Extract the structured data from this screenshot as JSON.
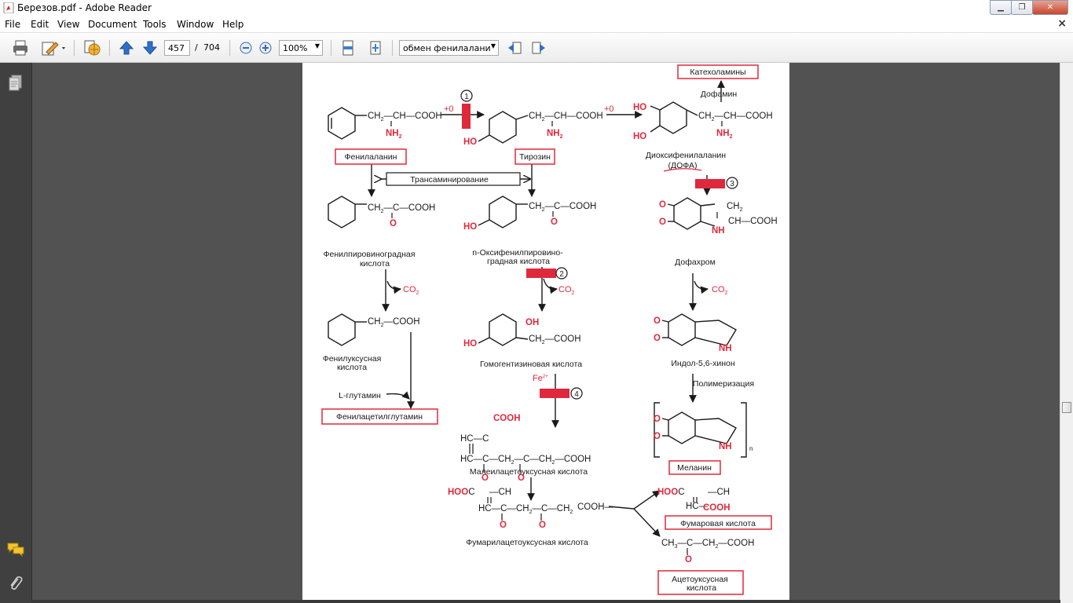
{
  "window": {
    "title": "Березов.pdf - Adobe Reader"
  },
  "menu": [
    "File",
    "Edit",
    "View",
    "Document",
    "Tools",
    "Window",
    "Help"
  ],
  "toolbar": {
    "page_current": "457",
    "page_sep": "/",
    "page_total": "704",
    "zoom": "100%",
    "search_text": "обмен фенилалани"
  },
  "colors": {
    "accent_red": "#e0283c",
    "dark": "#1a1a1a"
  },
  "diagram": {
    "labels": {
      "catecholamines": "Катехоламины",
      "dopamine": "Дофамин",
      "phenylalanine": "Фенилаланин",
      "tyrosine": "Тирозин",
      "dopa_name": "Диоксифенилаланин",
      "dopa_abbr": "(ДОФА)",
      "transamination": "Трансаминирование",
      "phenylpyruvic_1": "Фенилпировиноградная",
      "phenylpyruvic_2": "кислота",
      "hydroxyphenylpyruvic_1": "n-Оксифенилпировино-",
      "hydroxyphenylpyruvic_2": "градная кислота",
      "dopachrome": "Дофахром",
      "phenylacetic_1": "Фенилуксусная",
      "phenylacetic_2": "кислота",
      "homogentisic": "Гомогентизиновая кислота",
      "indolequinone": "Индол-5,6-хинон",
      "polymerization": "Полимеризация",
      "l_glutamine": "L-глутамин",
      "phenylacetylglutamine": "Фенилацетилглутамин",
      "maleylacetoacetic": "Малеилацетоуксусная кислота",
      "melanin": "Меланин",
      "fumarylacetoacetic": "Фумарилацетоуксусная кислота",
      "fumaric": "Фумаровая кислота",
      "acetoacetic_1": "Ацетоуксусная",
      "acetoacetic_2": "кислота"
    },
    "reagents": {
      "plus_o": "+0",
      "co2": "CO",
      "co2_sub": "2",
      "fe": "Fe",
      "fe_sup": "2+"
    },
    "steps": [
      "1",
      "2",
      "3",
      "4"
    ],
    "formulas": {
      "ch2": "CH",
      "sub2": "2",
      "ch": "CH",
      "cooh": "COOH",
      "nh2": "NH",
      "ho": "HO",
      "oh": "OH",
      "o": "O",
      "nh": "NH",
      "n_sub": "n",
      "hc": "HC",
      "hooc": "HOO",
      "hooc_c": "C",
      "ch3": "CH",
      "sub3": "3",
      "c": "C",
      "dash_cooh": "—COOH",
      "dash_ch": "—CH",
      "dash_ch2": "—CH",
      "ch_eq": "CH",
      "cooh_plain": "COOH"
    }
  }
}
